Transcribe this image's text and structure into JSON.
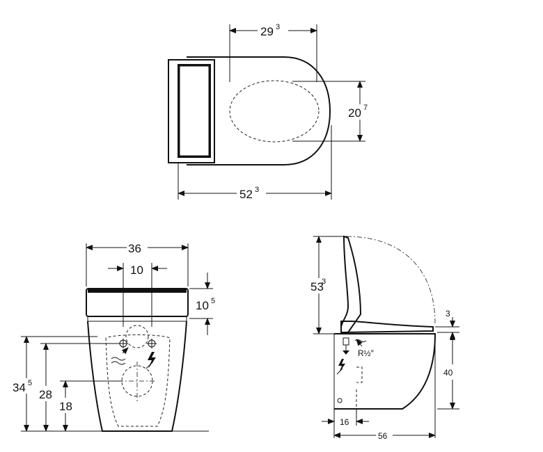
{
  "top_view": {
    "width_main": "29",
    "width_main_sup": "3",
    "seat_depth": "20",
    "seat_depth_sup": "7",
    "overall_length": "52",
    "overall_length_sup": "3"
  },
  "front_view": {
    "width": "36",
    "pipe_spacing": "10",
    "lid_height": "10",
    "lid_height_sup": "5",
    "height_total": "34",
    "height_total_sup": "5",
    "height_inlet": "28",
    "height_outlet": "18"
  },
  "side_view": {
    "lid_open_height": "53",
    "lid_open_height_sup": "3",
    "seat_gap": "3",
    "bowl_height": "40",
    "water_connection": "R½″",
    "wall_offset": "16",
    "depth": "56"
  }
}
